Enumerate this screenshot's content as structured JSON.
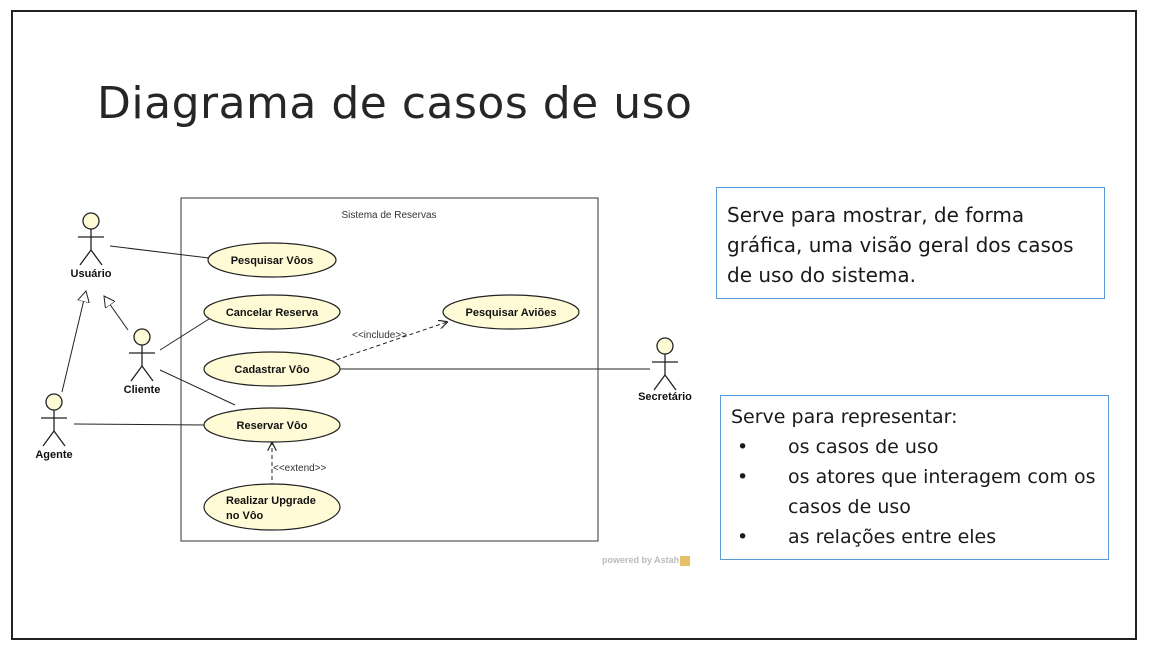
{
  "slide": {
    "title": "Diagrama de casos de uso"
  },
  "diagram": {
    "system_name": "Sistema de Reservas",
    "actors": {
      "usuario": "Usuário",
      "cliente": "Cliente",
      "agente": "Agente",
      "secretario": "Secretário"
    },
    "use_cases": {
      "pesquisar_voos": "Pesquisar Vôos",
      "cancelar_reserva": "Cancelar Reserva",
      "pesquisar_avioes": "Pesquisar Aviões",
      "cadastrar_voo": "Cadastrar Vôo",
      "reservar_voo": "Reservar Vôo",
      "realizar_upgrade_line1": "Realizar Upgrade",
      "realizar_upgrade_line2": "no Vôo"
    },
    "relations": {
      "include": "<<include>>",
      "extend": "<<extend>>"
    },
    "colors": {
      "use_case_fill": "#fffbd6",
      "stroke": "#222222"
    }
  },
  "box1": {
    "text": "Serve para mostrar, de forma gráfica, uma visão geral dos casos de uso do sistema."
  },
  "box2": {
    "heading": "Serve para representar:",
    "bullet_char": "•",
    "items": [
      "os casos de uso",
      "os atores que interagem com os casos de uso",
      "as relações entre eles"
    ]
  },
  "watermark": {
    "text": "powered by Astah"
  },
  "colors": {
    "box_border": "#5b9bd5"
  }
}
